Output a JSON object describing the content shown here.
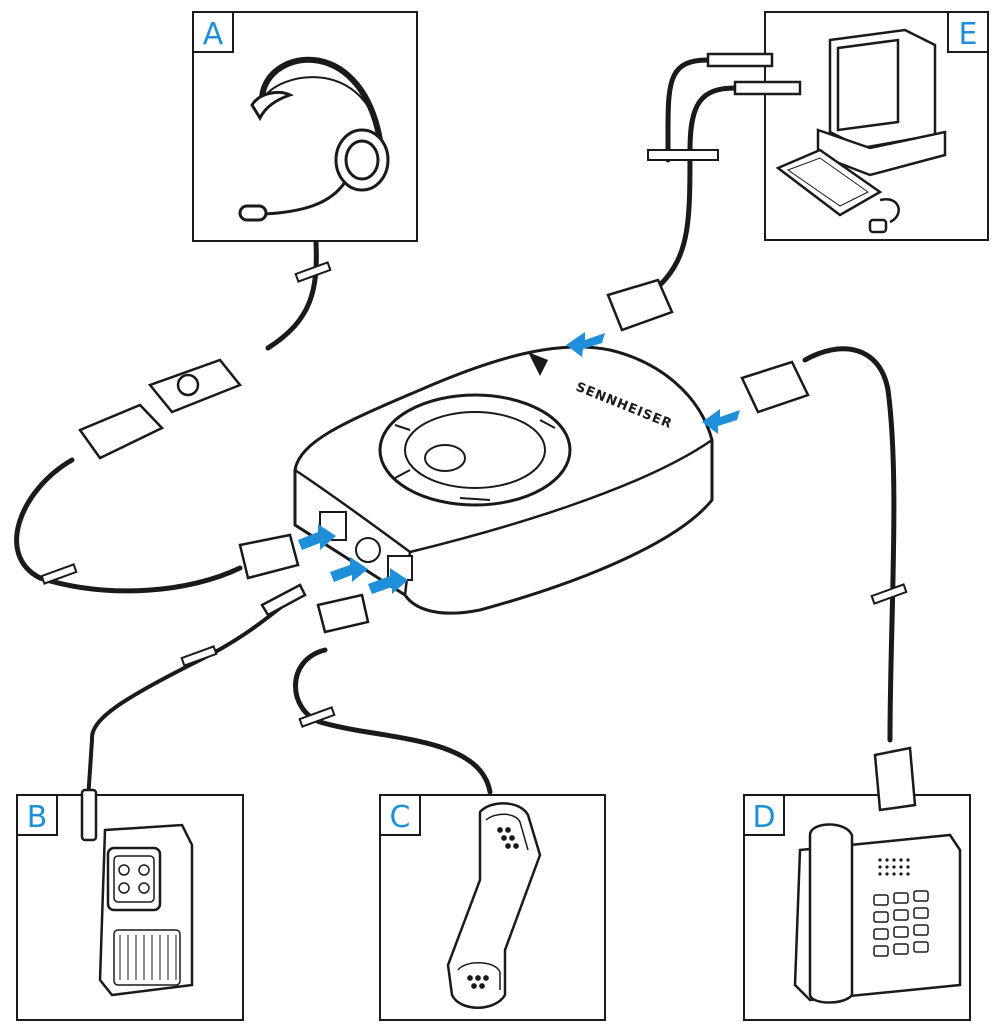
{
  "colors": {
    "line": "#1a1a1a",
    "accent": "#1e8fd8",
    "panel_bg": "#ffffff",
    "device_fill": "#ffffff"
  },
  "panels": [
    {
      "id": "A",
      "letter": "A",
      "device": "headset-icon"
    },
    {
      "id": "B",
      "letter": "B",
      "device": "dictation-recorder-icon"
    },
    {
      "id": "C",
      "letter": "C",
      "device": "handset-icon"
    },
    {
      "id": "D",
      "letter": "D",
      "device": "desk-phone-icon"
    },
    {
      "id": "E",
      "letter": "E",
      "device": "computer-icon"
    }
  ],
  "hub": {
    "brand": "SENNHEISER",
    "device": "audio-switch-hub-icon"
  }
}
